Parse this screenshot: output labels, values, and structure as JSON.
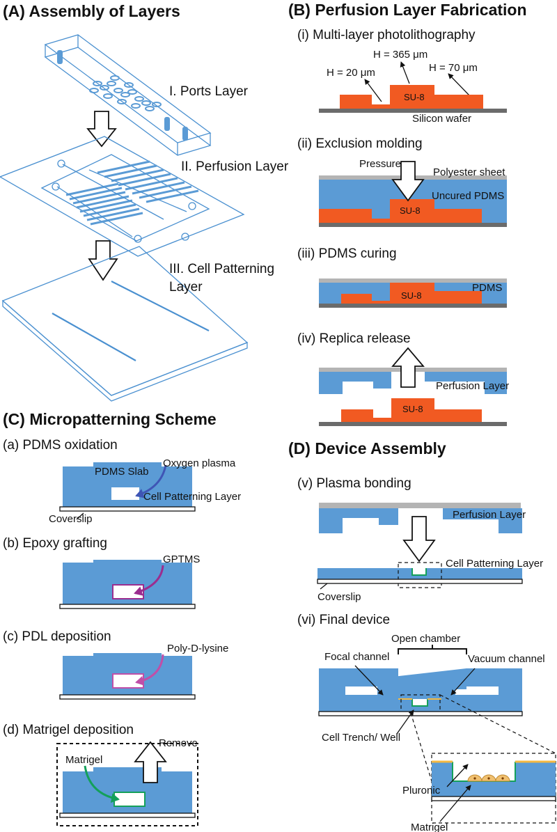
{
  "panel_a": {
    "title": "(A) Assembly of Layers",
    "layers": [
      "I. Ports Layer",
      "II. Perfusion Layer",
      "III. Cell Patterning",
      "Layer"
    ]
  },
  "panel_b": {
    "title": "(B) Perfusion Layer Fabrication",
    "steps": [
      "(i) Multi-layer photolithography",
      "(ii) Exclusion molding",
      "(iii) PDMS curing",
      "(iv) Replica release"
    ],
    "heights": [
      "H = 365 μm",
      "H = 20 μm",
      "H = 70 μm"
    ],
    "su8": "SU-8",
    "silicon_wafer": "Silicon wafer",
    "pressure": "Pressure",
    "polyester_sheet": "Polyester sheet",
    "uncured_pdms": "Uncured PDMS",
    "pdms": "PDMS",
    "perfusion_layer": "Perfusion Layer"
  },
  "panel_c": {
    "title": "(C) Micropatterning Scheme",
    "steps": [
      "(a) PDMS oxidation",
      "(b) Epoxy grafting",
      "(c) PDL deposition",
      "(d) Matrigel deposition"
    ],
    "pdms_slab": "PDMS Slab",
    "oxygen_plasma": "Oxygen plasma",
    "cell_patterning_layer": "Cell Patterning Layer",
    "coverslip": "Coverslip",
    "gptms": "GPTMS",
    "poly_d_lysine": "Poly-D-lysine",
    "matrigel": "Matrigel",
    "remove": "Remove"
  },
  "panel_d": {
    "title": "(D) Device Assembly",
    "steps": [
      "(v) Plasma bonding",
      "(vi) Final device"
    ],
    "perfusion_layer": "Perfusion Layer",
    "cell_patterning_layer": "Cell Patterning Layer",
    "coverslip": "Coverslip",
    "open_chamber": "Open chamber",
    "focal_channel": "Focal channel",
    "vacuum_channel": "Vacuum channel",
    "cell_trench": "Cell Trench/ Well",
    "pluronic": "Pluronic",
    "matrigel": "Matrigel"
  },
  "colors": {
    "pdms_blue": "#5b9bd5",
    "su8_orange": "#f15a22",
    "wafer_gray": "#6b6b6b",
    "sheet_gray": "#b4b4b4",
    "oxygen_arrow": "#3f55b5",
    "gptms_arrow": "#9b2d8f",
    "pdl_arrow": "#c04fa8",
    "matrigel_green": "#14a05a",
    "pluronic_yellow": "#f5b941"
  }
}
